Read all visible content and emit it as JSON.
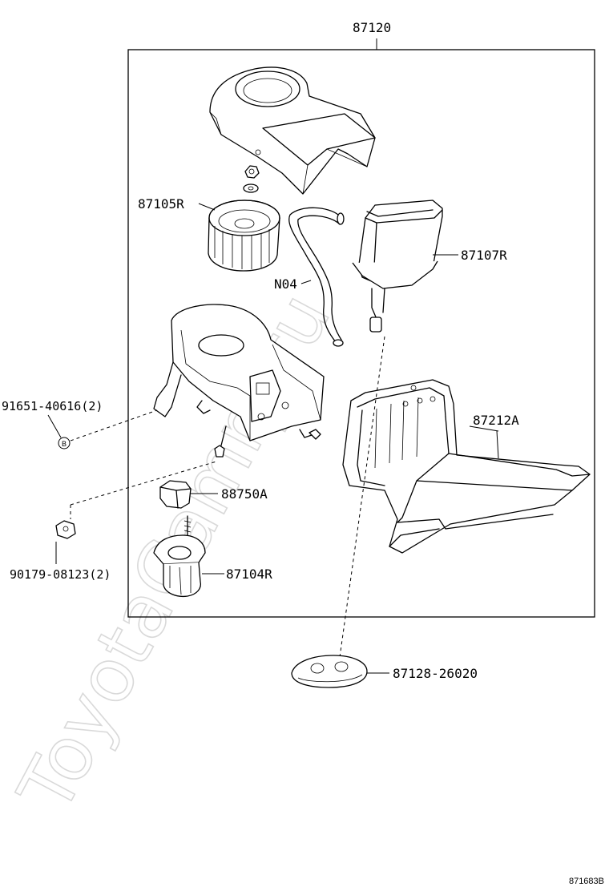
{
  "diagram": {
    "labels": {
      "assembly": "87120",
      "blower_fan": "87105R",
      "filter_case": "87107R",
      "hose": "N04",
      "bolt": "91651-40616(2)",
      "bolt_marker": "B",
      "duct": "87212A",
      "relay": "88750A",
      "nut": "90179-08123(2)",
      "motor": "87104R",
      "grommet": "87128-26020"
    },
    "watermark": "ToyotaCamry.ru",
    "diagram_code": "871683B"
  }
}
